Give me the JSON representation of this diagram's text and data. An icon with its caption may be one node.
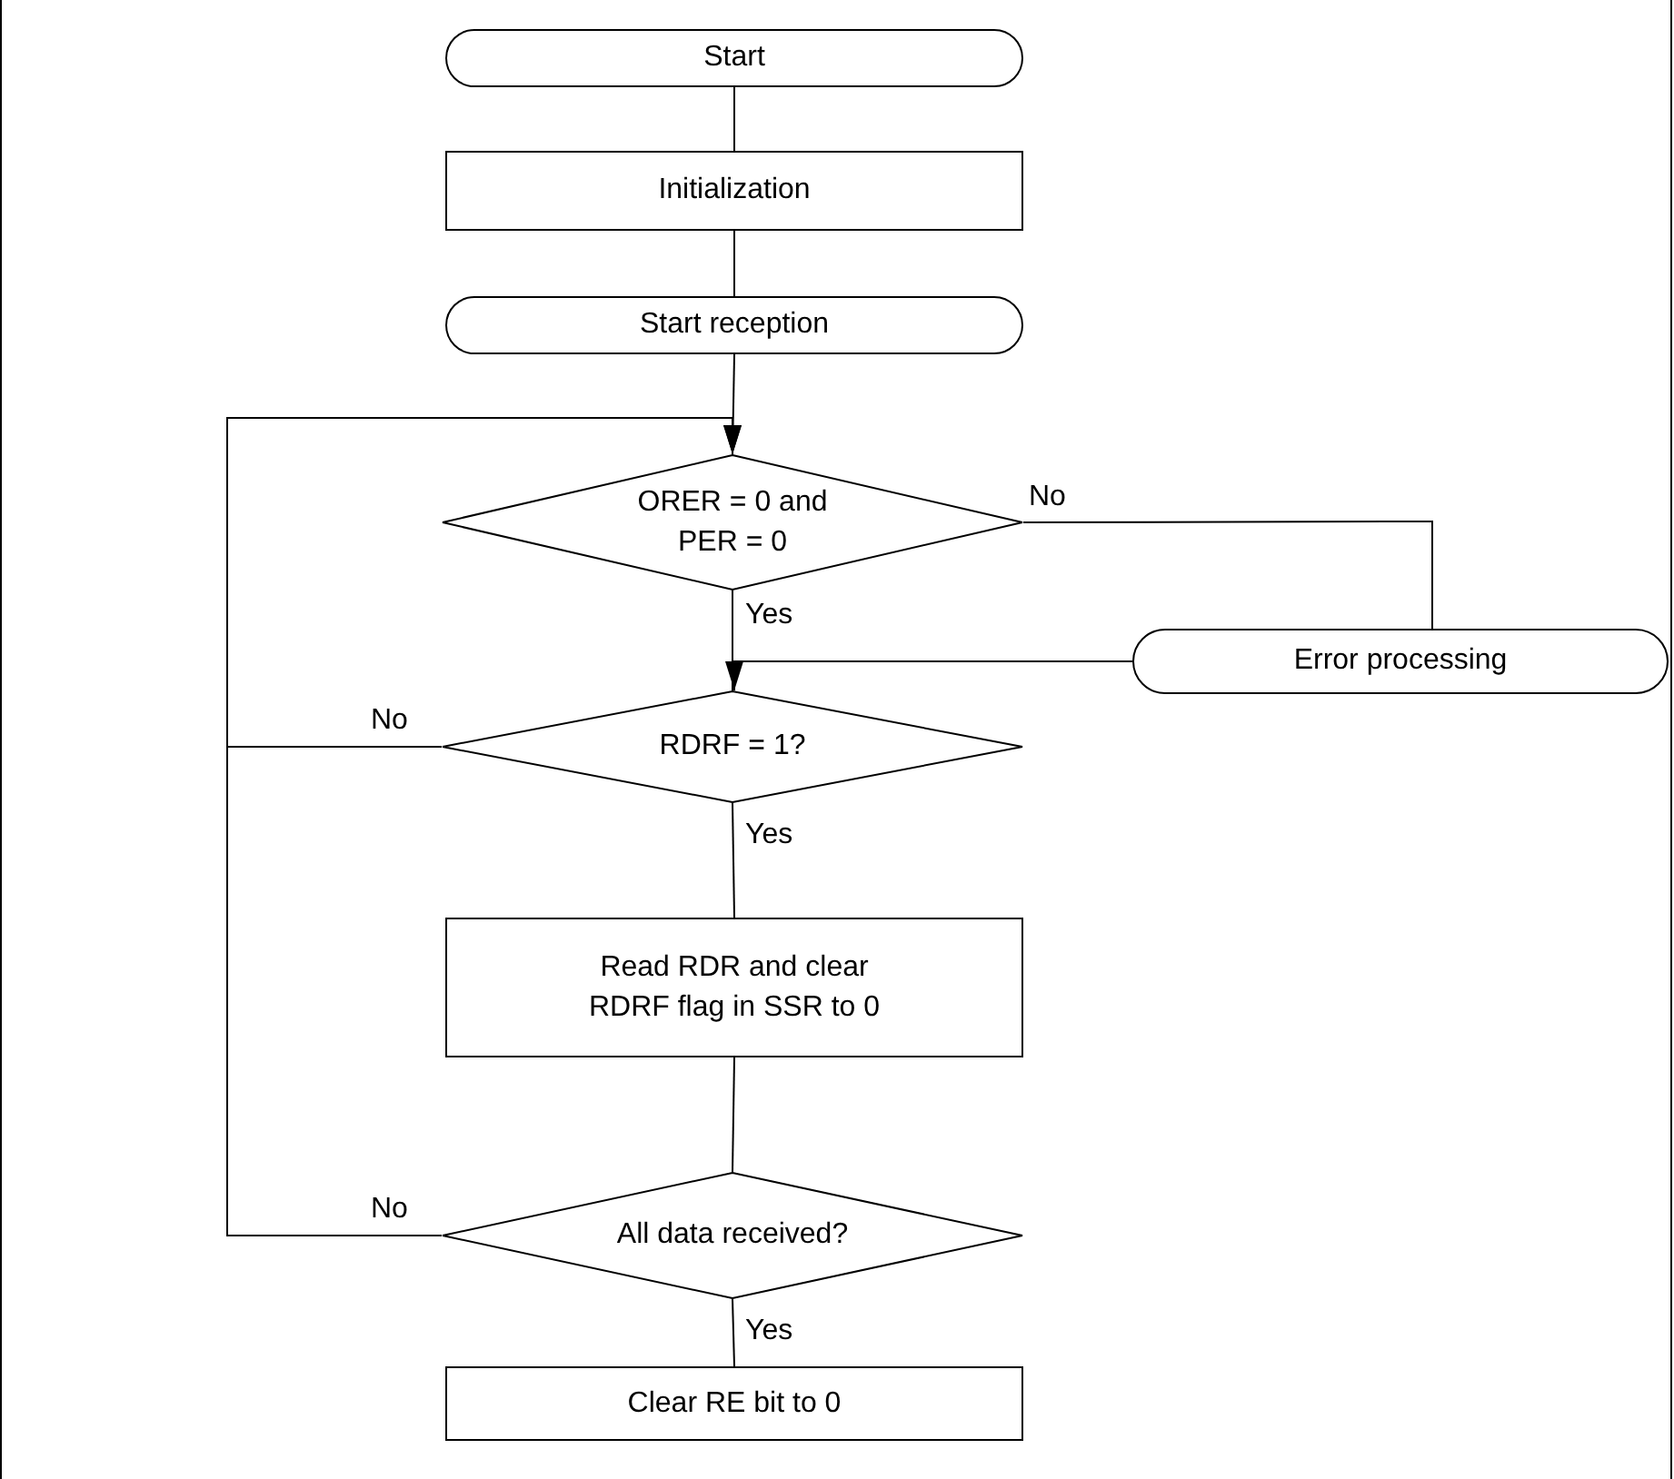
{
  "diagram": {
    "nodes": [
      {
        "text": [
          "Start"
        ]
      },
      {
        "text": [
          "Initialization"
        ]
      },
      {
        "text": [
          "Start reception"
        ]
      },
      {
        "text": [
          "ORER = 0 and PER = 0"
        ]
      },
      {
        "text": [
          "Error processing"
        ]
      },
      {
        "text": [
          "RDRF = 1?"
        ]
      },
      {
        "text": [
          "Read RDR and clear RDRF flag in SSR to 0"
        ]
      },
      {
        "text": [
          "All data received?"
        ]
      },
      {
        "text": [
          "Clear RE bit to 0"
        ]
      }
    ],
    "edges": [
      {
        "from": 0,
        "to": 1,
        "arrow": "none"
      },
      {
        "from": 1,
        "to": 2,
        "arrow": "none"
      },
      {
        "from": 2,
        "to": 3,
        "arrow": "none"
      },
      {
        "from": 3,
        "to": 4,
        "arrow": "none",
        "label": "No"
      },
      {
        "from": 4,
        "to": 5,
        "arrow": "to"
      },
      {
        "from": 3,
        "to": 5,
        "arrow": "none",
        "label": "Yes"
      },
      {
        "from": 5,
        "to": 3,
        "arrow": "to",
        "label": "No"
      },
      {
        "from": 5,
        "to": 6,
        "arrow": "none",
        "label": "Yes"
      },
      {
        "from": 6,
        "to": 7,
        "arrow": "none"
      },
      {
        "from": 7,
        "to": 3,
        "arrow": "to",
        "label": "No"
      },
      {
        "from": 7,
        "to": 8,
        "arrow": "none",
        "label": "Yes"
      }
    ]
  }
}
